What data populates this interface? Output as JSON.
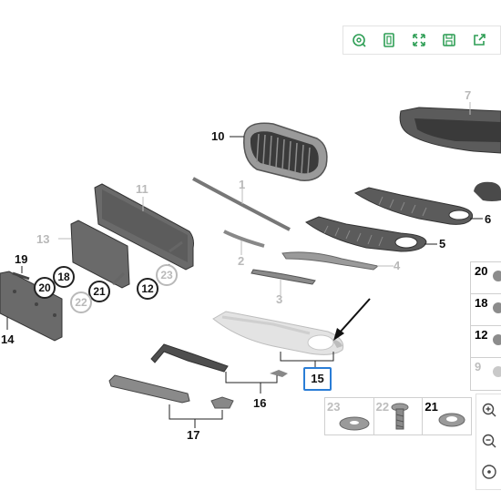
{
  "toolbar": {
    "buttons": [
      {
        "icon": "zoom-fit-icon"
      },
      {
        "icon": "fit-page-icon"
      },
      {
        "icon": "fullscreen-icon"
      },
      {
        "icon": "save-icon"
      },
      {
        "icon": "share-icon"
      }
    ],
    "accent": "#2e9e55"
  },
  "callouts": {
    "c1": "1",
    "c2": "2",
    "c3": "3",
    "c4": "4",
    "c5": "5",
    "c6": "6",
    "c7": "7",
    "c10": "10",
    "c11": "11",
    "c13": "13",
    "c14": "14",
    "c16": "16",
    "c17": "17",
    "c19": "19",
    "c18": "18",
    "c20": "20",
    "c21": "21",
    "c22": "22",
    "c23": "23",
    "c12": "12"
  },
  "selected_part": "15",
  "highlight_color": "#2a7dd6",
  "thumbnails": [
    {
      "label": "23",
      "dim": true
    },
    {
      "label": "22",
      "dim": true
    },
    {
      "label": "21",
      "dim": false
    }
  ],
  "side_panel": [
    {
      "label": "20",
      "dim": false
    },
    {
      "label": "18",
      "dim": false
    },
    {
      "label": "12",
      "dim": false
    },
    {
      "label": "9",
      "dim": true
    }
  ],
  "zoom_controls": [
    {
      "icon": "zoom-in-icon"
    },
    {
      "icon": "zoom-out-icon"
    },
    {
      "icon": "reset-view-icon"
    }
  ]
}
